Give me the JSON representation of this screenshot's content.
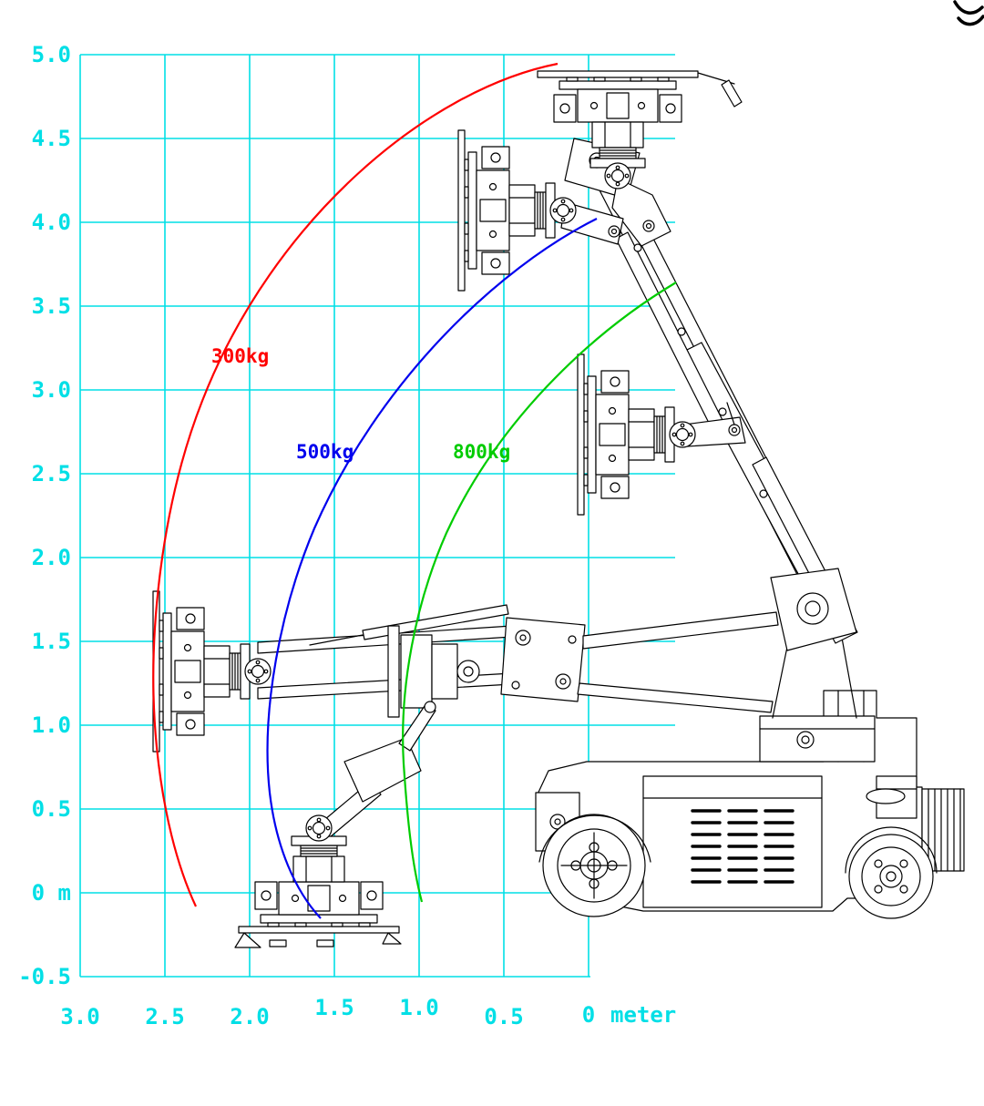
{
  "figure": {
    "grid_color": "#00dfe6",
    "y_ticks": [
      "5.0",
      "4.5",
      "4.0",
      "3.5",
      "3.0",
      "2.5",
      "2.0",
      "1.5",
      "1.0",
      "0.5",
      "0 m",
      "-0.5"
    ],
    "x_ticks": [
      "3.0",
      "2.5",
      "2.0",
      "1.5",
      "1.0",
      "0.5",
      "0"
    ],
    "x_unit_label": "meter",
    "curves": [
      {
        "label": "300kg",
        "color": "#ff0000"
      },
      {
        "label": "500kg",
        "color": "#0000ee"
      },
      {
        "label": "800kg",
        "color": "#00cc00"
      }
    ]
  },
  "chart_data": {
    "type": "line",
    "title": "",
    "xlabel": "meter",
    "ylabel": "m",
    "x_range_m": [
      3.0,
      0.0
    ],
    "y_range_m": [
      -0.5,
      5.0
    ],
    "grid": true,
    "series": [
      {
        "name": "300kg",
        "color": "#ff0000",
        "points_xy_m": [
          [
            0.2,
            4.95
          ],
          [
            1.15,
            4.35
          ],
          [
            1.9,
            3.55
          ],
          [
            2.35,
            2.6
          ],
          [
            2.55,
            1.8
          ],
          [
            2.6,
            1.25
          ],
          [
            2.55,
            0.7
          ],
          [
            2.4,
            0.2
          ],
          [
            2.3,
            -0.1
          ]
        ]
      },
      {
        "name": "500kg",
        "color": "#0000ee",
        "points_xy_m": [
          [
            -0.05,
            4.0
          ],
          [
            0.7,
            3.55
          ],
          [
            1.2,
            2.95
          ],
          [
            1.6,
            2.25
          ],
          [
            1.85,
            1.5
          ],
          [
            1.9,
            1.0
          ],
          [
            1.85,
            0.5
          ],
          [
            1.7,
            0.1
          ],
          [
            1.6,
            -0.15
          ]
        ]
      },
      {
        "name": "800kg",
        "color": "#00cc00",
        "points_xy_m": [
          [
            -0.5,
            3.65
          ],
          [
            0.05,
            3.15
          ],
          [
            0.5,
            2.7
          ],
          [
            0.85,
            2.15
          ],
          [
            1.05,
            1.65
          ],
          [
            1.1,
            1.15
          ],
          [
            1.1,
            0.65
          ],
          [
            1.05,
            0.25
          ],
          [
            1.0,
            -0.05
          ]
        ]
      }
    ]
  }
}
